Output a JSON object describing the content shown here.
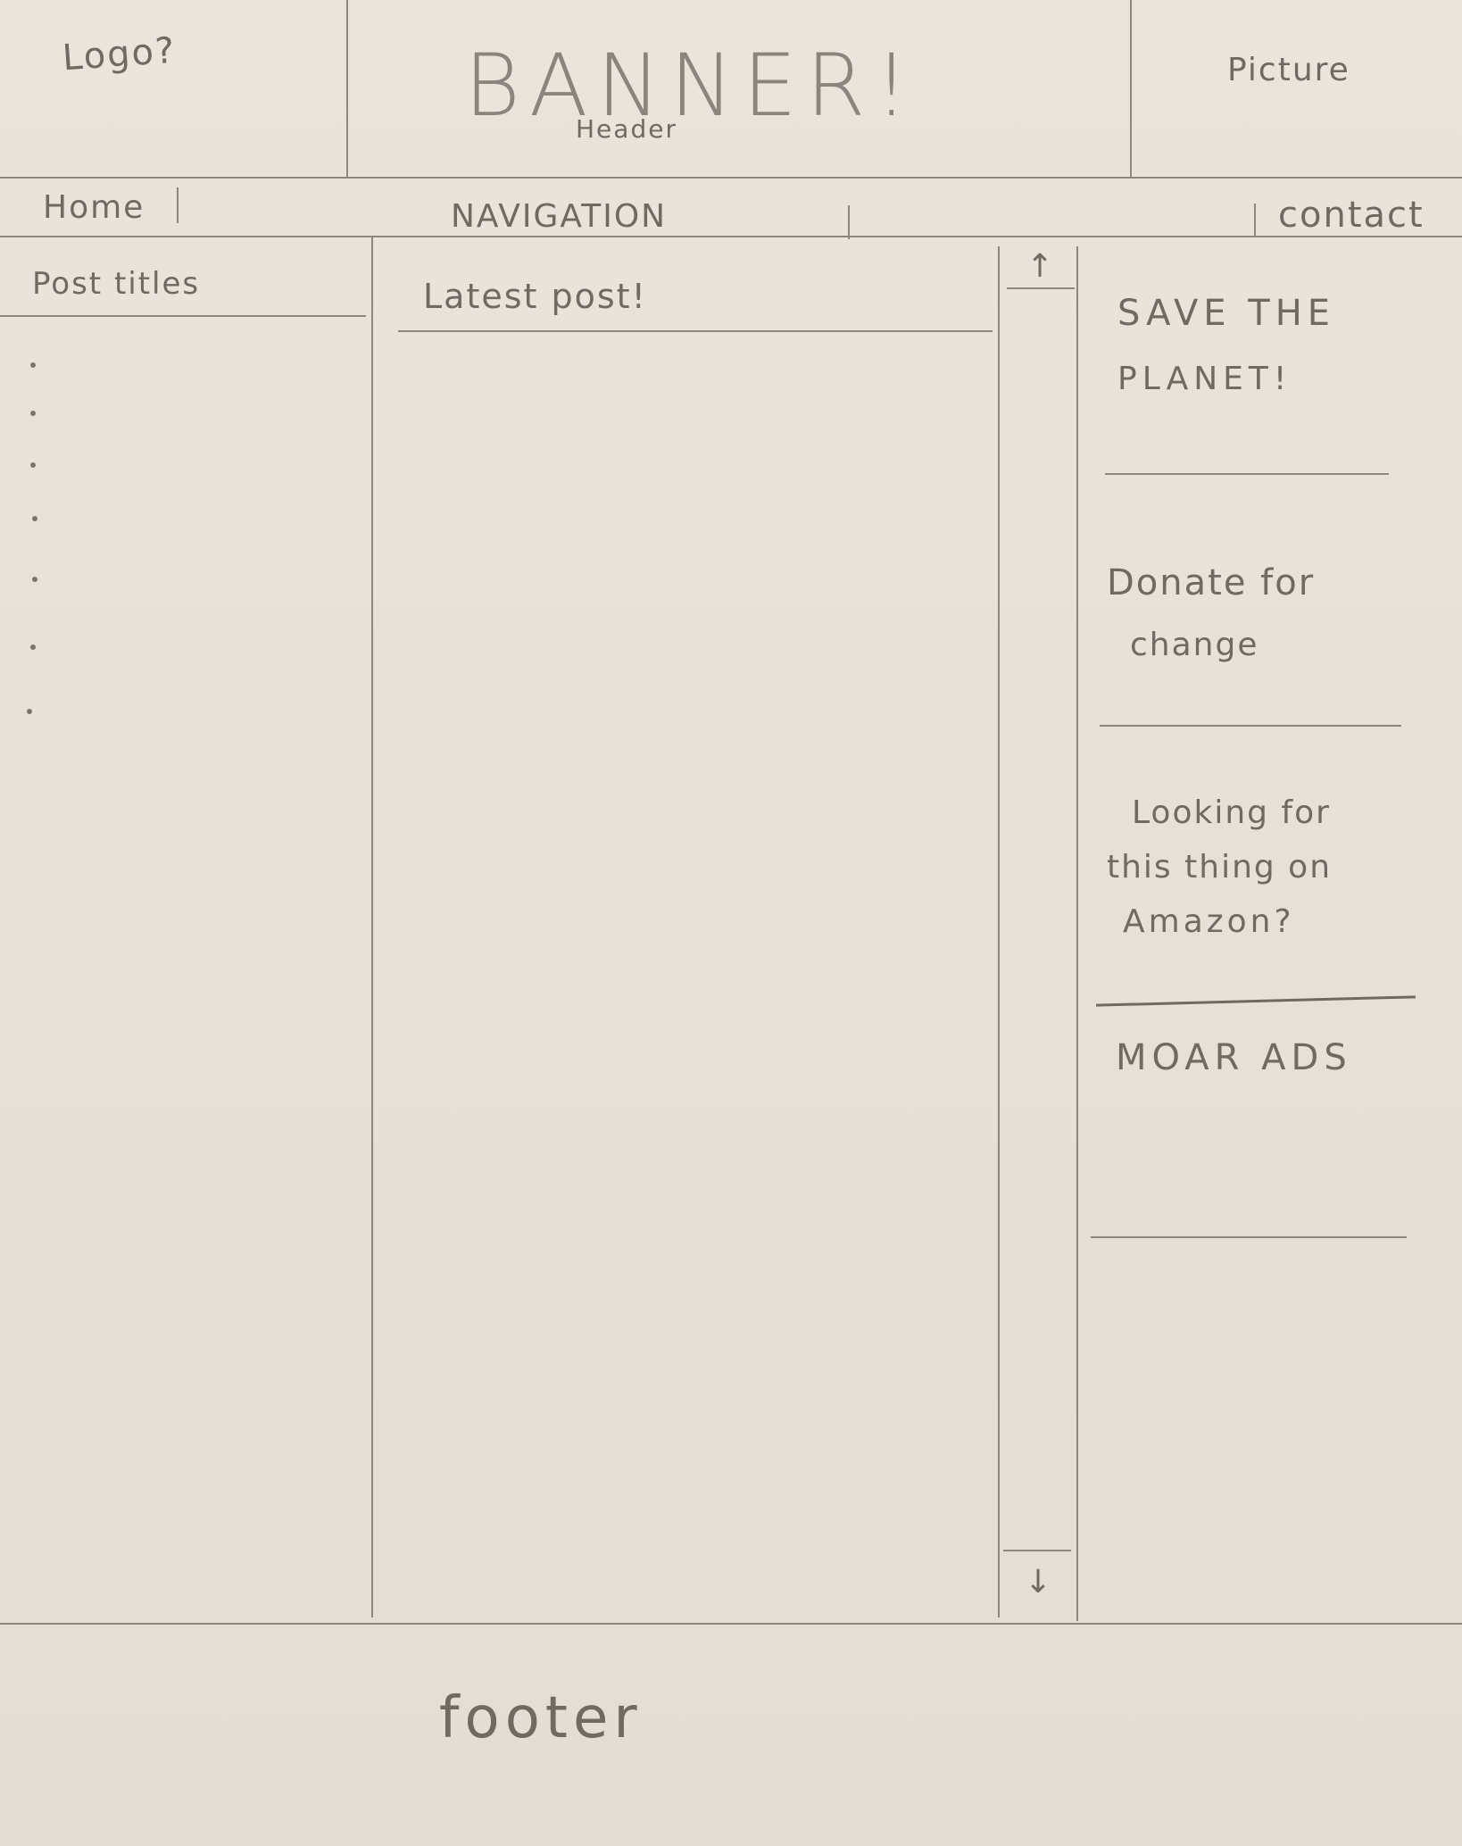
{
  "header": {
    "logo": "Logo?",
    "banner": "BANNER!",
    "banner_sub": "Header",
    "picture": "Picture"
  },
  "nav": {
    "home": "Home",
    "navigation": "NAVIGATION",
    "contact": "contact"
  },
  "sidebar": {
    "title": "Post titles",
    "items": [
      "",
      "",
      "",
      "",
      "",
      "",
      ""
    ]
  },
  "main": {
    "title": "Latest post!"
  },
  "scrollbar": {
    "up": "↑",
    "down": "↓"
  },
  "ads": [
    {
      "line1": "SAVE THE",
      "line2": "PLANET!"
    },
    {
      "line1": "Donate for",
      "line2": "change"
    },
    {
      "line1": "Looking for",
      "line2": "this thing on",
      "line3": "Amazon?"
    },
    {
      "line1": "MOAR ADS"
    }
  ],
  "footer": {
    "text": "footer"
  }
}
